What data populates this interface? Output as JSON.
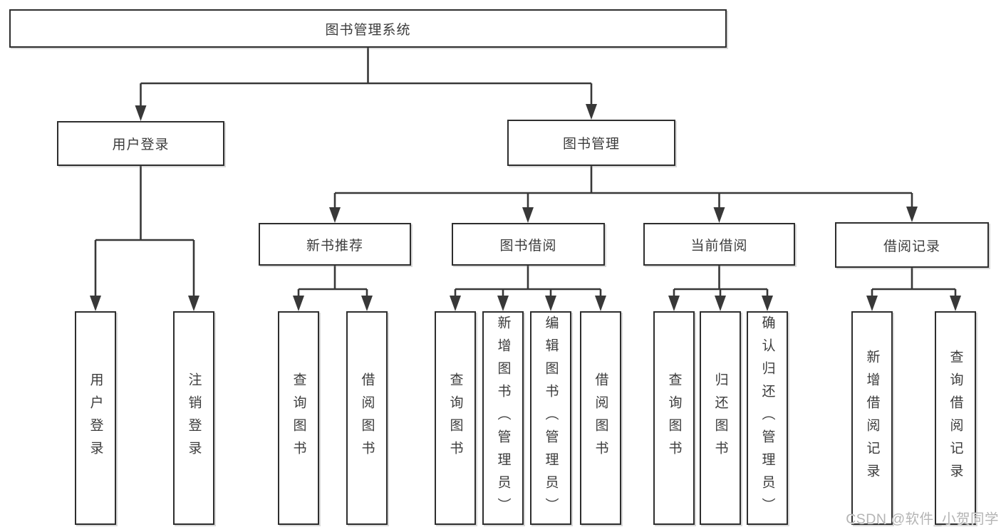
{
  "diagram": {
    "title": "图书管理系统",
    "type": "functional-structure-tree",
    "tree": {
      "图书管理系统": {
        "用户登录": [
          "用户登录",
          "注销登录"
        ],
        "图书管理": {
          "新书推荐": [
            "查询图书",
            "借阅图书"
          ],
          "图书借阅": [
            "查询图书",
            "新增图书（管理员）",
            "编辑图书（管理员）",
            "借阅图书"
          ],
          "当前借阅": [
            "查询图书",
            "归还图书",
            "确认归还（管理员）"
          ],
          "借阅记录": [
            "新增借阅记录",
            "查询借阅记录"
          ]
        }
      }
    }
  },
  "nodes": {
    "root": {
      "label": "图书管理系统"
    },
    "user_login": {
      "label": "用户登录"
    },
    "book_mgmt": {
      "label": "图书管理"
    },
    "new_book_rec": {
      "label": "新书推荐"
    },
    "book_borrow": {
      "label": "图书借阅"
    },
    "current_borrow": {
      "label": "当前借阅"
    },
    "borrow_record": {
      "label": "借阅记录"
    },
    "leaf_user_login": {
      "label": "用户登录"
    },
    "leaf_logout": {
      "label": "注销登录"
    },
    "leaf_rec_query_books": {
      "label": "查询图书"
    },
    "leaf_rec_borrow_books": {
      "label": "借阅图书"
    },
    "leaf_bb_query_books": {
      "label": "查询图书"
    },
    "leaf_bb_add_books": {
      "label": "新增图书（管理员）"
    },
    "leaf_bb_edit_books": {
      "label": "编辑图书（管理员）"
    },
    "leaf_bb_borrow_books": {
      "label": "借阅图书"
    },
    "leaf_cb_query_books": {
      "label": "查询图书"
    },
    "leaf_cb_return_books": {
      "label": "归还图书"
    },
    "leaf_cb_confirm_return": {
      "label": "确认归还（管理员）"
    },
    "leaf_br_add_record": {
      "label": "新增借阅记录"
    },
    "leaf_br_query_record": {
      "label": "查询借阅记录"
    }
  },
  "watermark": {
    "text": "CSDN @软件_小贺同学"
  },
  "colors": {
    "line": "#383838",
    "box_border": "#2e2e2e",
    "text": "#3c3c3c",
    "watermark": "#b4b4b4",
    "background": "#ffffff"
  }
}
